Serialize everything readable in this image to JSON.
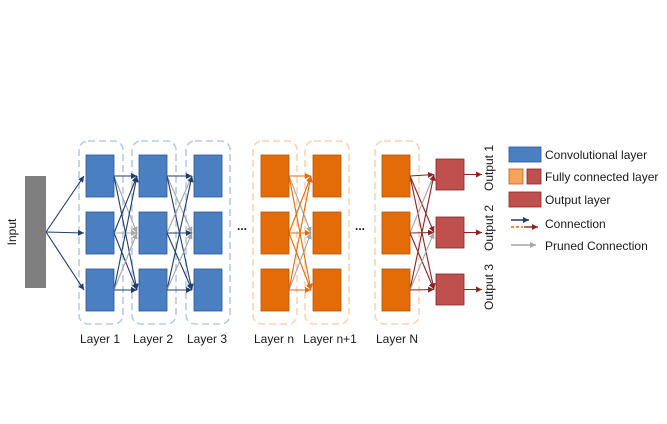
{
  "input_label": "Input",
  "ellipsis": "...",
  "layer_labels": [
    "Layer 1",
    "Layer 2",
    "Layer 3",
    "Layer n",
    "Layer n+1",
    "Layer N"
  ],
  "output_labels": [
    "Output 1",
    "Output 2",
    "Output 3"
  ],
  "legend": {
    "conv": "Convolutional layer",
    "fc": "Fully connected layer",
    "output": "Output layer",
    "connection": "Connection",
    "pruned": "Pruned Connection"
  },
  "colors": {
    "conv": "#4a7fc1",
    "fc": "#e36c09",
    "fc_light": "#f6a35b",
    "output": "#c0504d",
    "conv_arrow": "#1f3d6b",
    "fc_arrow": "#e36c09",
    "out_arrow": "#8b2323",
    "pruned": "#a6a6a6",
    "conv_group": "#b8cce4",
    "fc_group": "#fbd4b4",
    "input": "#7f7f7f"
  }
}
